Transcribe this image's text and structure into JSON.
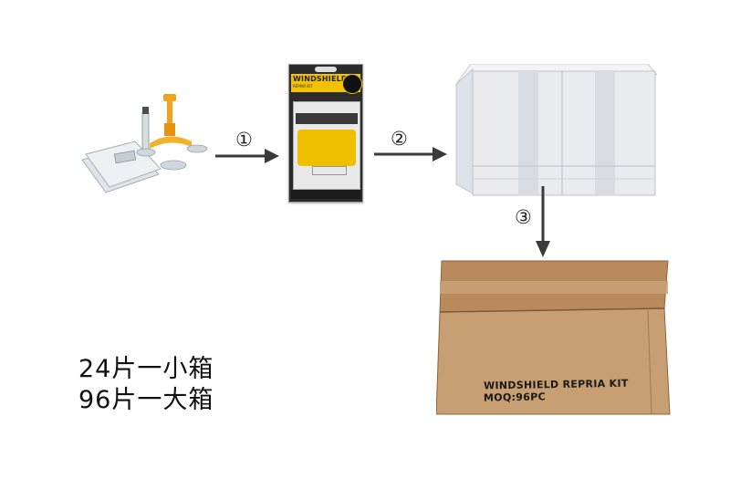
{
  "steps": [
    "①",
    "②",
    "③"
  ],
  "kit": {
    "brand": "WINDSHIELD",
    "subtitle": "REPAIR KIT"
  },
  "box_label": {
    "line1": "WINDSHIELD REPRIA KIT",
    "line2": "MOQ:96PC"
  },
  "caption": {
    "line1": "24片一小箱",
    "line2": "96片一大箱"
  },
  "colors": {
    "arrow": "#3a3a3a",
    "cardboard": "#c49a6c",
    "kit_accent": "#f2c200",
    "tool_orange": "#f3a21a"
  }
}
